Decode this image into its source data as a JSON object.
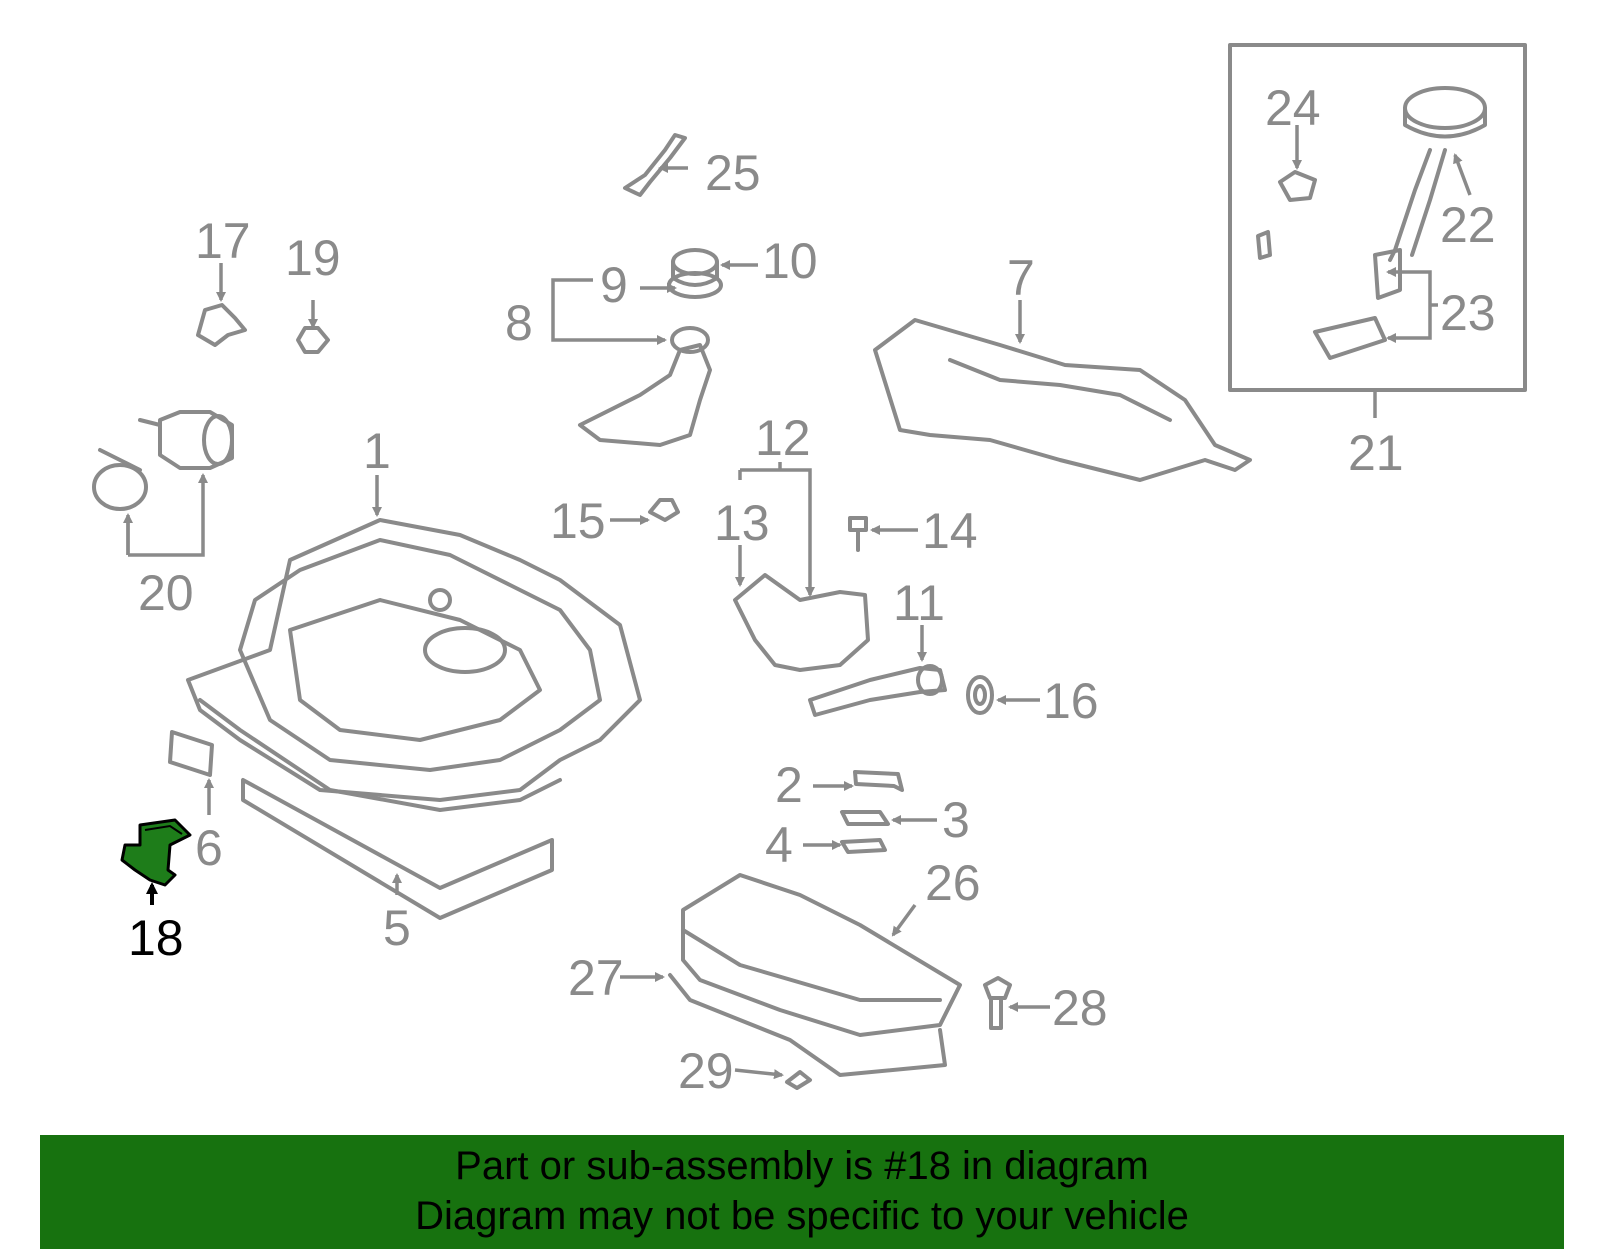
{
  "diagram": {
    "highlight_color": "#1e7d1a",
    "line_color": "#8a8a8a",
    "callouts": [
      {
        "id": "c1",
        "text": "1"
      },
      {
        "id": "c2",
        "text": "2"
      },
      {
        "id": "c3",
        "text": "3"
      },
      {
        "id": "c4",
        "text": "4"
      },
      {
        "id": "c5",
        "text": "5"
      },
      {
        "id": "c6",
        "text": "6"
      },
      {
        "id": "c7",
        "text": "7"
      },
      {
        "id": "c8",
        "text": "8"
      },
      {
        "id": "c9",
        "text": "9"
      },
      {
        "id": "c10",
        "text": "10"
      },
      {
        "id": "c11",
        "text": "11"
      },
      {
        "id": "c12",
        "text": "12"
      },
      {
        "id": "c13",
        "text": "13"
      },
      {
        "id": "c14",
        "text": "14"
      },
      {
        "id": "c15",
        "text": "15"
      },
      {
        "id": "c16",
        "text": "16"
      },
      {
        "id": "c17",
        "text": "17"
      },
      {
        "id": "c18",
        "text": "18",
        "highlighted": true
      },
      {
        "id": "c19",
        "text": "19"
      },
      {
        "id": "c20",
        "text": "20"
      },
      {
        "id": "c21",
        "text": "21"
      },
      {
        "id": "c22",
        "text": "22"
      },
      {
        "id": "c23",
        "text": "23"
      },
      {
        "id": "c24",
        "text": "24"
      },
      {
        "id": "c25",
        "text": "25"
      },
      {
        "id": "c26",
        "text": "26"
      },
      {
        "id": "c27",
        "text": "27"
      },
      {
        "id": "c28",
        "text": "28"
      },
      {
        "id": "c29",
        "text": "29"
      }
    ]
  },
  "banner": {
    "line1": "Part or sub-assembly is #18 in diagram",
    "line2": "Diagram may not be specific to your vehicle",
    "background": "#17720f"
  }
}
